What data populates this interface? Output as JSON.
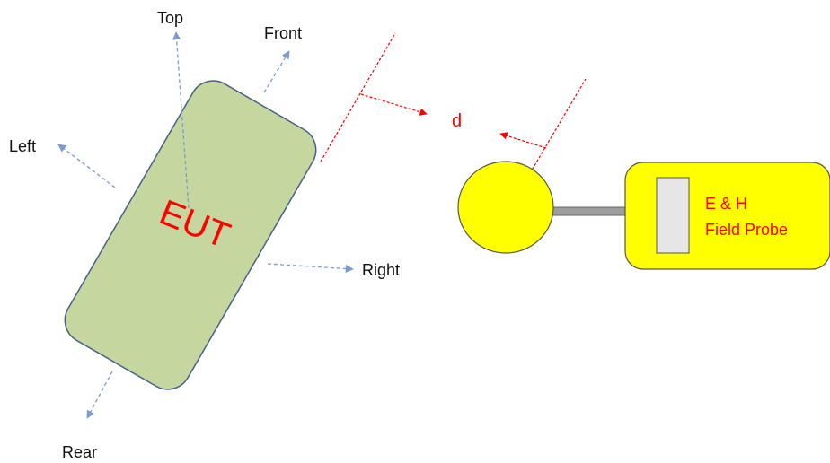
{
  "diagram": {
    "eut_label": "EUT",
    "directions": {
      "top": "Top",
      "front": "Front",
      "left": "Left",
      "right": "Right",
      "rear": "Rear"
    },
    "distance_label": "d",
    "probe": {
      "line1": "E & H",
      "line2": "Field Probe"
    }
  },
  "colors": {
    "eut_fill": "#c5d79e",
    "eut_stroke": "#46608a",
    "axis_arrow": "#7b9bd1",
    "distance_red": "#ff0000",
    "probe_fill": "#ffff00",
    "probe_stroke": "#555555",
    "probe_window": "#e6e6e6",
    "probe_handle": "#9e9e9e"
  }
}
